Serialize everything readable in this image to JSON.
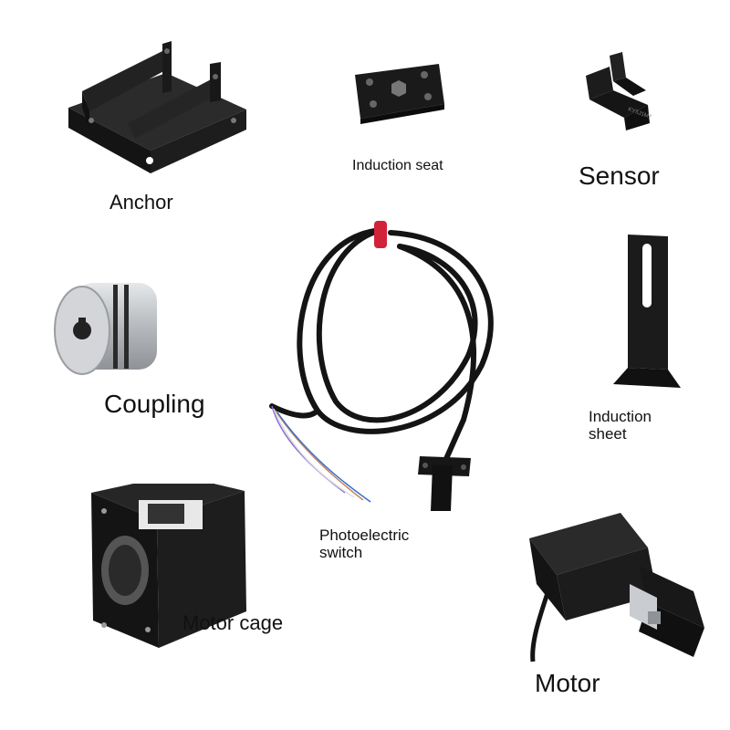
{
  "labels": {
    "anchor": "Anchor",
    "induction_seat": "Induction seat",
    "sensor": "Sensor",
    "coupling": "Coupling",
    "induction_sheet": "Induction\nsheet",
    "photoelectric_switch": "Photoelectric\nswitch",
    "motor_cage": "Motor cage",
    "motor": "Motor"
  },
  "sensor_marking": "KYSJ1M7",
  "colors": {
    "part_black": "#161616",
    "metal_silver": "#c9ccd0",
    "cable_tag_red": "#d1223a",
    "background": "#ffffff"
  }
}
